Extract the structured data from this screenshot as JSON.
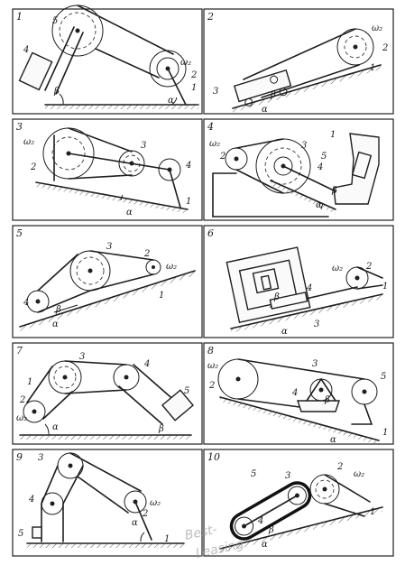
{
  "panels": [
    {
      "number": "1",
      "labels": [
        "4",
        "5",
        "β",
        "ω₂",
        "2",
        "1",
        "α"
      ]
    },
    {
      "number": "2",
      "labels": [
        "ω₂",
        "2",
        "1",
        "3",
        "β",
        "α"
      ]
    },
    {
      "number": "3",
      "labels": [
        "ω₂",
        "2",
        "3",
        "4",
        "1",
        "α"
      ]
    },
    {
      "number": "4",
      "labels": [
        "ω₂",
        "2",
        "3",
        "1",
        "5",
        "4",
        "β",
        "α"
      ]
    },
    {
      "number": "5",
      "labels": [
        "3",
        "2",
        "ω₂",
        "4",
        "1",
        "β",
        "α"
      ]
    },
    {
      "number": "6",
      "labels": [
        "ω₂",
        "2",
        "4",
        "β",
        "1",
        "3",
        "α"
      ]
    },
    {
      "number": "7",
      "labels": [
        "3",
        "4",
        "1",
        "5",
        "2",
        "ω₂",
        "α",
        "β"
      ]
    },
    {
      "number": "8",
      "labels": [
        "ω₂",
        "2",
        "3",
        "5",
        "4",
        "β",
        "α",
        "1"
      ]
    },
    {
      "number": "9",
      "labels": [
        "3",
        "4",
        "ω₂",
        "5",
        "α",
        "1",
        "2"
      ]
    },
    {
      "number": "10",
      "labels": [
        "5",
        "3",
        "2",
        "ω₂",
        "4",
        "β",
        "α",
        "1"
      ]
    }
  ],
  "watermark": [
    "Best-",
    "Leasing"
  ]
}
